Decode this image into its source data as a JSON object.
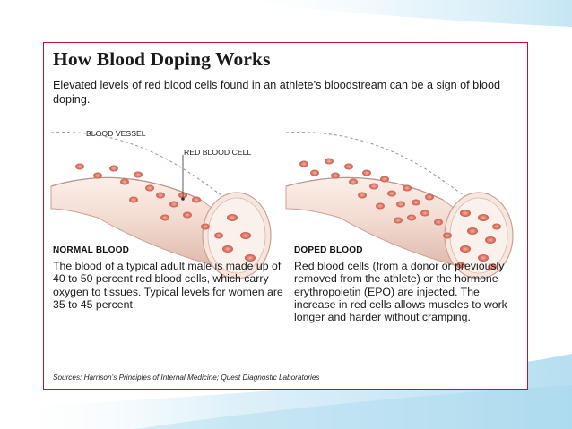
{
  "slide": {
    "colors": {
      "card_border": "#c8102e",
      "background_accent": "#b7dff0"
    }
  },
  "figure": {
    "title": "How Blood Doping Works",
    "subtitle": "Elevated levels of red blood cells found in an athlete’s bloodstream can be a sign of blood doping.",
    "labels": {
      "blood_vessel": "BLOOD VESSEL",
      "red_blood_cell": "RED BLOOD CELL"
    },
    "panels": [
      {
        "heading": "NORMAL BLOOD",
        "body": "The blood of a typical adult male is made up of 40 to 50 percent red blood cells, which carry oxygen to tissues. Typical levels for women are 35 to 45 percent."
      },
      {
        "heading": "DOPED BLOOD",
        "body": "Red blood cells (from a donor or previously removed from the athlete) or the hormone erythropoietin (EPO) are injected. The increase in red cells allows muscles to work longer and harder without cramping."
      }
    ],
    "source": "Sources: Harrison’s Principles of Internal Medicine; Quest Diagnostic Laboratories",
    "colors": {
      "vessel": "#f2ddd3",
      "cell": "#d96a5c",
      "cell_center": "#f0a898"
    }
  }
}
